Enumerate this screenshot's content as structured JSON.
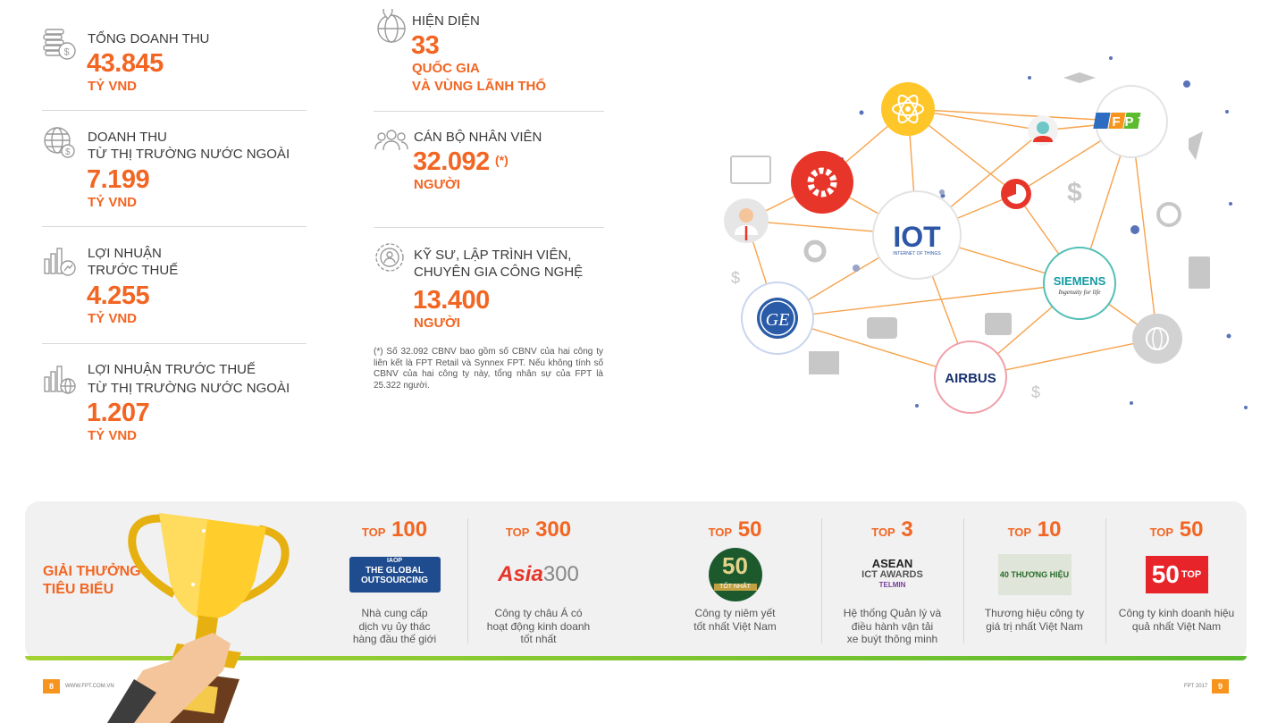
{
  "stats_left": [
    {
      "label_1": "TỔNG DOANH THU",
      "label_2": "",
      "value": "43.845",
      "unit": "TỶ VND"
    },
    {
      "label_1": "DOANH THU",
      "label_2": "TỪ THỊ TRƯỜNG NƯỚC NGOÀI",
      "value": "7.199",
      "unit": "TỶ VND"
    },
    {
      "label_1": "LỢI NHUẬN",
      "label_2": "TRƯỚC THUẾ",
      "value": "4.255",
      "unit": "TỶ VND"
    },
    {
      "label_1": "LỢI NHUẬN TRƯỚC THUẾ",
      "label_2": "TỪ THỊ TRƯỜNG NƯỚC NGOÀI",
      "value": "1.207",
      "unit": "TỶ VND"
    }
  ],
  "presence": {
    "label": "HIỆN DIỆN",
    "value": "33",
    "unit_1": "QUỐC GIA",
    "unit_2": "VÀ VÙNG LÃNH THỔ"
  },
  "staff": {
    "label": "CÁN BỘ NHÂN VIÊN",
    "value": "32.092",
    "mark": "(*)",
    "unit": "NGƯỜI"
  },
  "engineers": {
    "label_1": "KỸ SƯ, LẬP TRÌNH VIÊN,",
    "label_2": "CHUYÊN GIA CÔNG NGHỆ",
    "value": "13.400",
    "unit": "NGƯỜI"
  },
  "footnote": "(*) Số 32.092 CBNV bao gồm số CBNV của hai công ty liên kết là FPT Retail và Synnex FPT. Nếu không tính số CBNV của hai công ty này, tổng nhân sự của FPT là 25.322 người.",
  "network": {
    "iot": "IOT",
    "iot_sub": "INTERNET OF THINGS",
    "fpt": "FPT",
    "siemens": "SIEMENS",
    "siemens_tag": "Ingenuity for life",
    "airbus": "AIRBUS",
    "ge": "GE"
  },
  "awards": {
    "title_1": "GIẢI THƯỞNG",
    "title_2": "TIÊU BIỂU",
    "items": [
      {
        "top": "TOP",
        "num": "100",
        "logo_1": "IAOP",
        "logo_2": "THE GLOBAL",
        "logo_3": "OUTSOURCING",
        "desc_1": "Nhà cung cấp",
        "desc_2": "dịch vụ ủy thác",
        "desc_3": "hàng đầu thế giới"
      },
      {
        "top": "TOP",
        "num": "300",
        "logo_1": "Asia",
        "logo_2": "300",
        "desc_1": "Công ty châu Á có",
        "desc_2": "hoạt động kinh doanh",
        "desc_3": "tốt nhất"
      },
      {
        "top": "TOP",
        "num": "50",
        "logo_1": "50",
        "logo_2": "TỐT NHẤT",
        "desc_1": "Công ty niêm yết",
        "desc_2": "tốt nhất Việt Nam",
        "desc_3": ""
      },
      {
        "top": "TOP",
        "num": "3",
        "logo_1": "ASEAN",
        "logo_2": "ICT AWARDS",
        "logo_3": "TELMIN",
        "desc_1": "Hệ thống Quản lý và",
        "desc_2": "điều hành vận tải",
        "desc_3": "xe buýt thông minh"
      },
      {
        "top": "TOP",
        "num": "10",
        "logo_1": "40 THƯƠNG HIỆU",
        "desc_1": "Thương hiệu công ty",
        "desc_2": "giá trị nhất Việt Nam",
        "desc_3": ""
      },
      {
        "top": "TOP",
        "num": "50",
        "logo_1": "50",
        "logo_2": "TOP",
        "desc_1": "Công ty kinh doanh hiệu",
        "desc_2": "quả nhất Việt Nam",
        "desc_3": ""
      }
    ]
  },
  "footer": {
    "left_page": "8",
    "left_url": "WWW.FPT.COM.VN",
    "right_text": "FPT 2017",
    "right_page": "9"
  },
  "colors": {
    "accent": "#f26522",
    "green": "#5cbb2e",
    "gray": "#f1f1f1"
  }
}
